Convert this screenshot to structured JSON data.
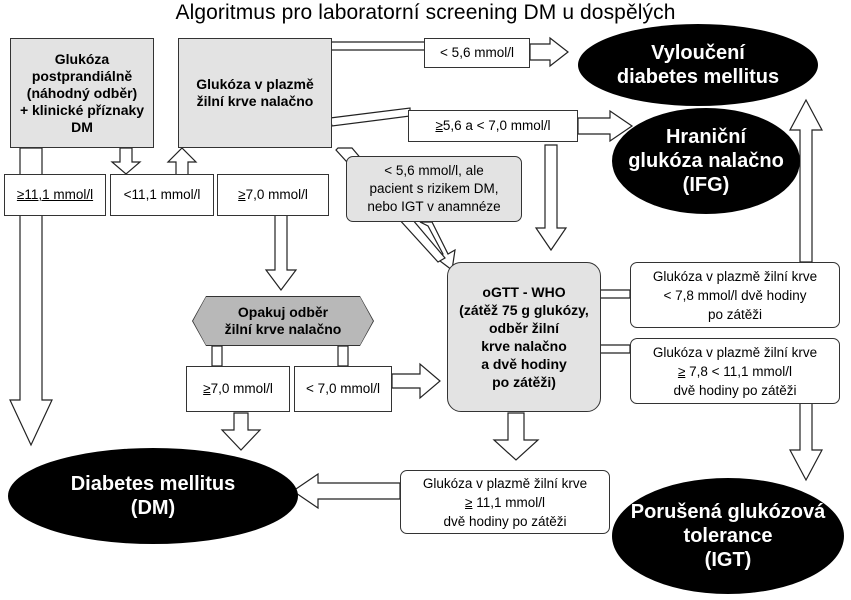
{
  "title": "Algoritmus pro laboratorní screening DM u dospělých",
  "boxes": {
    "postprandial": [
      "Glukóza",
      "postprandiálně",
      "(náhodný odběr)",
      "+ klinické příznaky",
      "DM"
    ],
    "fasting": [
      "Glukóza v plazmě",
      "žilní krve nalačno"
    ],
    "repeat": [
      "Opakuj odběr",
      "žilní krve nalačno"
    ],
    "ogtt": [
      "oGTT - WHO",
      "(zátěž 75 g glukózy,",
      "odběr žilní",
      "krve nalačno",
      "a dvě hodiny",
      "po zátěži)"
    ],
    "risk": [
      "< 5,6 mmol/l, ale",
      "pacient s rizikem DM,",
      "nebo IGT v anamnéze"
    ]
  },
  "labels": {
    "lt56": "< 5,6 mmol/l",
    "range56_70_ge": "≥",
    "range56_70_rest": " 5,6 a < 7,0 mmol/l",
    "ge111": "≥11,1 mmol/l",
    "lt111": "<11,1 mmol/l",
    "ge70_a_ge": "≥",
    "ge70_a_rest": " 7,0 mmol/l",
    "ge70_b_ge": "≥",
    "ge70_b_rest": " 7,0 mmol/l",
    "lt70": "< 7,0 mmol/l",
    "res_lt78": [
      "Glukóza v  plazmě žilní krve",
      "< 7,8 mmol/l dvě hodiny",
      "po zátěži"
    ],
    "res_78_111": [
      "Glukóza v plazmě žilní krve",
      "≥",
      " 7,8 < 11,1  mmol/l",
      "dvě hodiny po zátěži"
    ],
    "res_ge111": [
      "Glukóza v plazmě žilní krve",
      "≥",
      " 11,1 mmol/l",
      "dvě hodiny po zátěži"
    ]
  },
  "outcomes": {
    "exclusion": [
      "Vyloučení",
      "diabetes mellitus"
    ],
    "ifg": [
      "Hraniční",
      "glukóza nalačno",
      "(IFG)"
    ],
    "dm": [
      "Diabetes mellitus",
      "(DM)"
    ],
    "igt": [
      "Porušená glukózová",
      "tolerance",
      "(IGT)"
    ]
  },
  "colors": {
    "gray_box": "#e3e3e3",
    "octagon": "#b8b8b8",
    "outcome": "#000000"
  }
}
